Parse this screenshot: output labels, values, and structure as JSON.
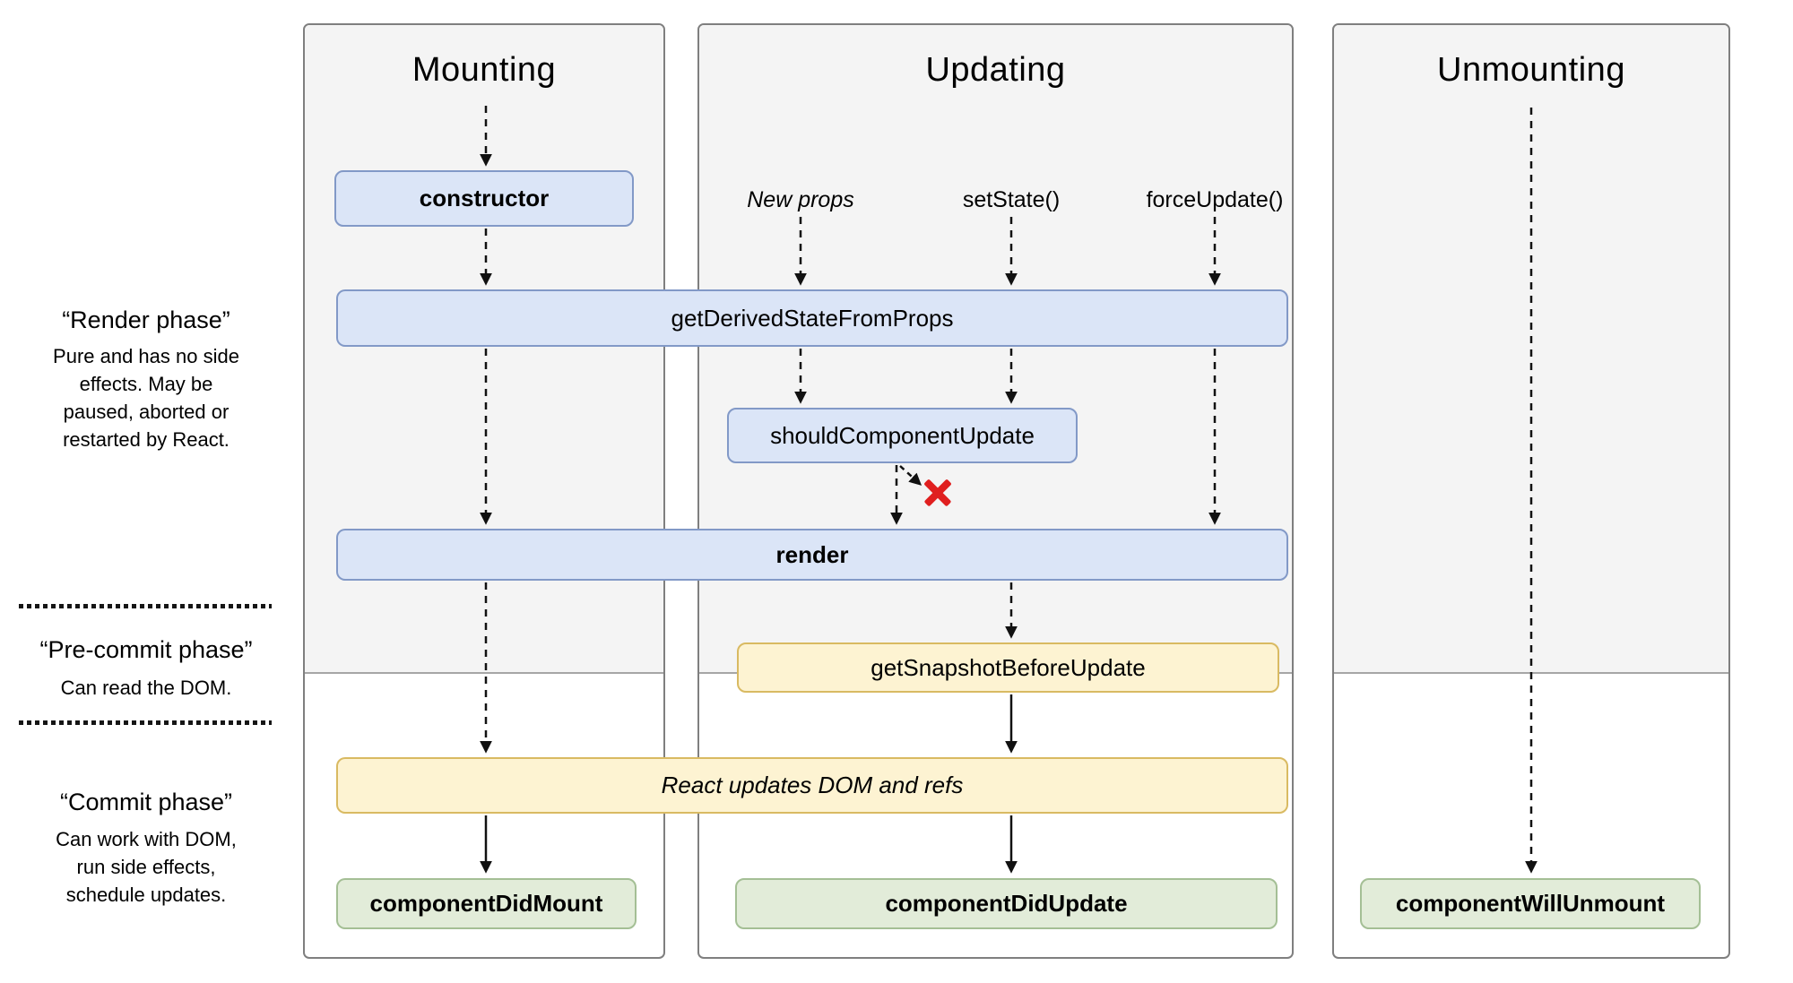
{
  "columns": {
    "mounting": {
      "title": "Mounting"
    },
    "updating": {
      "title": "Updating",
      "triggers": {
        "new_props": "New props",
        "set_state": "setState()",
        "force_update": "forceUpdate()"
      }
    },
    "unmounting": {
      "title": "Unmounting"
    }
  },
  "phases": {
    "render": {
      "title": "“Render phase”",
      "lines": [
        "Pure and has no side",
        "effects. May be",
        "paused, aborted or",
        "restarted by React."
      ]
    },
    "pre_commit": {
      "title": "“Pre-commit phase”",
      "lines": [
        "Can read the DOM."
      ]
    },
    "commit": {
      "title": "“Commit phase”",
      "lines": [
        "Can work with DOM,",
        "run side effects,",
        "schedule updates."
      ]
    }
  },
  "boxes": {
    "constructor": "constructor",
    "get_derived_state_from_props": "getDerivedStateFromProps",
    "should_component_update": "shouldComponentUpdate",
    "render": "render",
    "get_snapshot_before_update": "getSnapshotBeforeUpdate",
    "react_updates_dom": "React updates DOM and refs",
    "component_did_mount": "componentDidMount",
    "component_did_update": "componentDidUpdate",
    "component_will_unmount": "componentWillUnmount"
  },
  "icons": {
    "abort_x": "red-x-abort-indicator"
  },
  "colors": {
    "panel-bg": "#f4f4f4",
    "panel-border": "#7f7f7f",
    "divider": "#a6a6a6",
    "blue-fill": "#dbe5f7",
    "blue-border": "#8299c7",
    "yellow-fill": "#fdf3d2",
    "yellow-border": "#d9ba62",
    "green-fill": "#e2ecd9",
    "green-border": "#a4bf95",
    "arrow": "#111111",
    "abort-red": "#e01f1f",
    "text": "#000000"
  }
}
